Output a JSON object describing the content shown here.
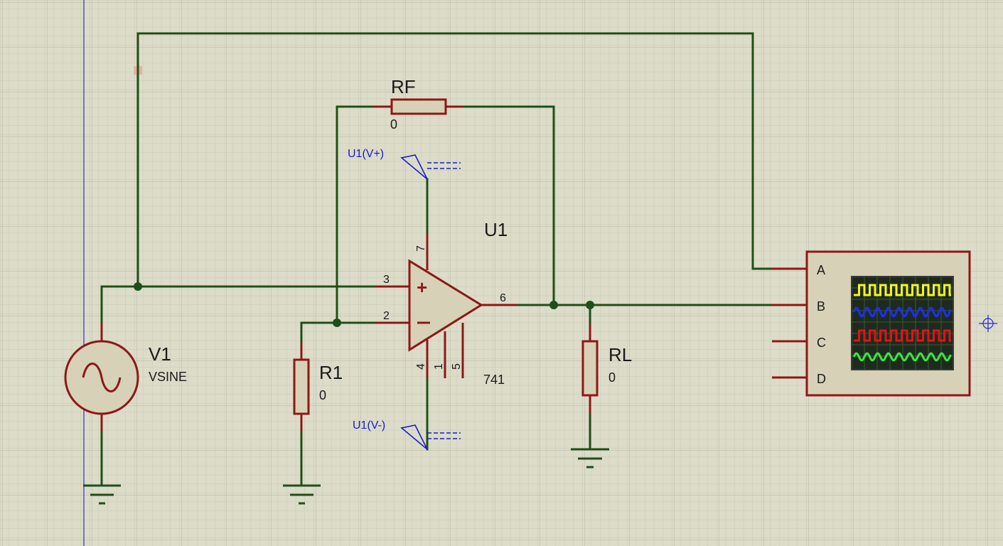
{
  "components": {
    "rf": {
      "name": "RF",
      "value": "0"
    },
    "r1": {
      "name": "R1",
      "value": "0"
    },
    "rl": {
      "name": "RL",
      "value": "0"
    },
    "v1": {
      "name": "V1",
      "type": "VSINE"
    },
    "u1": {
      "name": "U1",
      "part": "741",
      "pins": {
        "p3": "3",
        "p2": "2",
        "p6": "6",
        "p7": "7",
        "p4": "4",
        "p1": "1",
        "p5": "5"
      }
    }
  },
  "probes": {
    "vplus": "U1(V+)",
    "vminus": "U1(V-)"
  },
  "oscilloscope": {
    "channels": [
      "A",
      "B",
      "C",
      "D"
    ],
    "trace_colors": [
      "#f5f51e",
      "#1e2ef0",
      "#e01414",
      "#3ce83c"
    ]
  },
  "colors": {
    "background": "#dcdcc9",
    "grid": "#c8c8b4",
    "wire": "#1f4f1a",
    "component_outline": "#8e1717",
    "probe": "#1a1ad0"
  }
}
